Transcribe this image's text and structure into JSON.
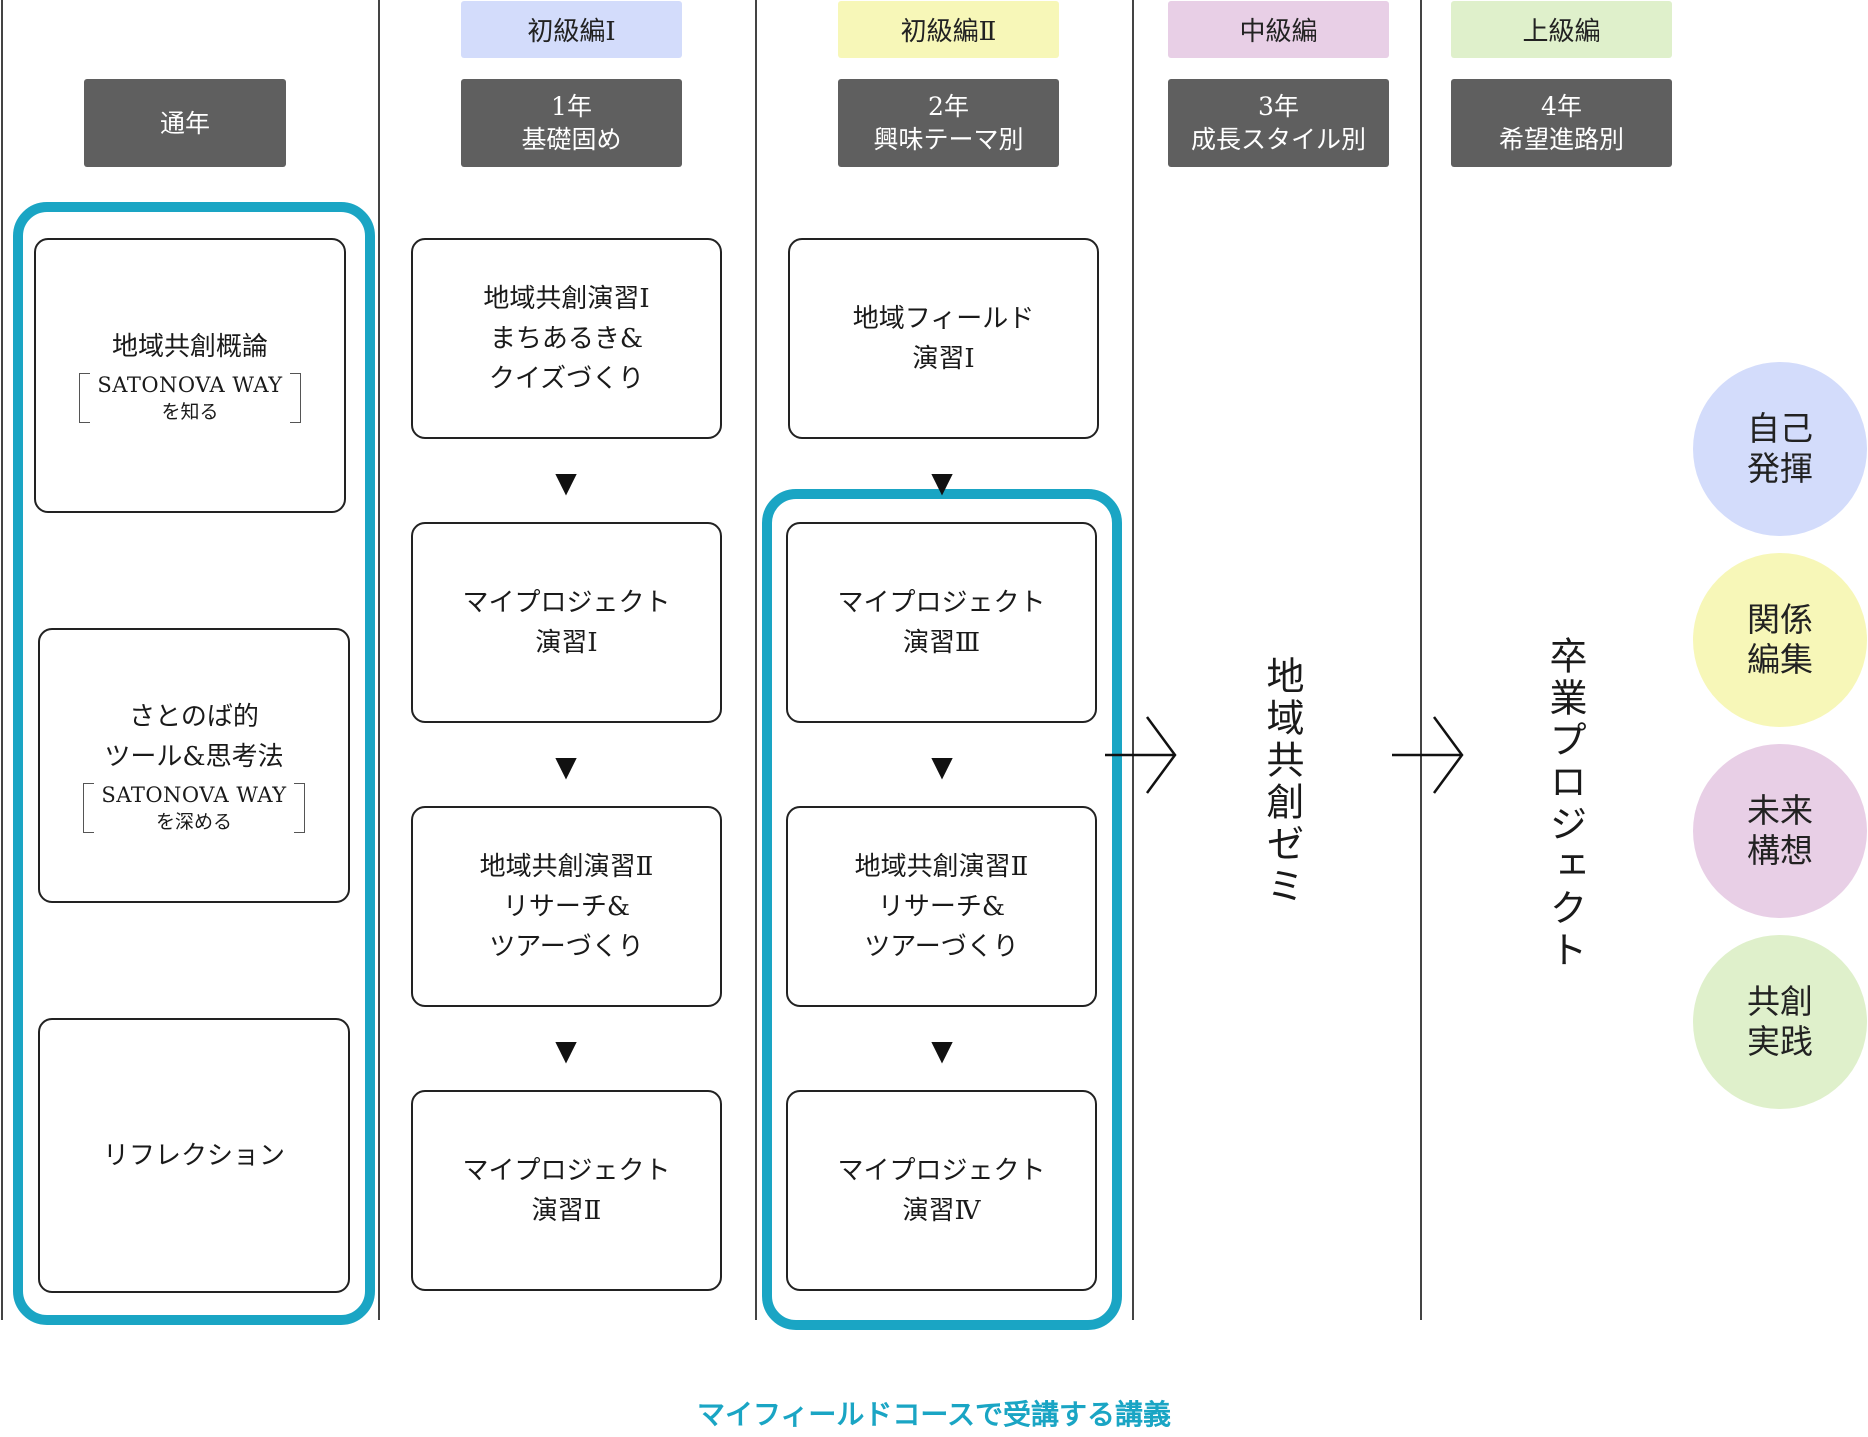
{
  "level_tags": {
    "beginner1": "初級編Ⅰ",
    "beginner2": "初級編Ⅱ",
    "intermediate": "中級編",
    "advanced": "上級編"
  },
  "column_headers": {
    "all_year": [
      "通年"
    ],
    "year1": [
      "1年",
      "基礎固め"
    ],
    "year2": [
      "2年",
      "興味テーマ別"
    ],
    "year3": [
      "3年",
      "成長スタイル別"
    ],
    "year4": [
      "4年",
      "希望進路別"
    ]
  },
  "all_year_boxes": {
    "intro": {
      "title": "地域共創概論",
      "sub1": "SATONOVA WAY",
      "sub2": "を知る"
    },
    "tools": {
      "title1": "さとのば的",
      "title2": "ツール&思考法",
      "sub1": "SATONOVA WAY",
      "sub2": "を深める"
    },
    "reflection": {
      "title": "リフレクション"
    }
  },
  "year1_boxes": [
    [
      "地域共創演習Ⅰ",
      "まちあるき&",
      "クイズづくり"
    ],
    [
      "マイプロジェクト",
      "演習Ⅰ"
    ],
    [
      "地域共創演習Ⅱ",
      "リサーチ&",
      "ツアーづくり"
    ],
    [
      "マイプロジェクト",
      "演習Ⅱ"
    ]
  ],
  "year2_boxes": [
    [
      "地域フィールド",
      "演習Ⅰ"
    ],
    [
      "マイプロジェクト",
      "演習Ⅲ"
    ],
    [
      "地域共創演習Ⅱ",
      "リサーチ&",
      "ツアーづくり"
    ],
    [
      "マイプロジェクト",
      "演習Ⅳ"
    ]
  ],
  "flow_marker": "▼",
  "year3_label": "地域共創ゼミ",
  "year4_label": "卒業プロジェクト",
  "values": [
    {
      "l1": "自己",
      "l2": "発揮",
      "color": "#d3dcfb"
    },
    {
      "l1": "関係",
      "l2": "編集",
      "color": "#f7f7b8"
    },
    {
      "l1": "未来",
      "l2": "構想",
      "color": "#e8cfe6"
    },
    {
      "l1": "共創",
      "l2": "実践",
      "color": "#dff0cb"
    }
  ],
  "colors": {
    "header_bg": "#5f5f5f",
    "tag_beginner1": "#d3dcfb",
    "tag_beginner2": "#f7f7b8",
    "tag_intermediate": "#e8cfe6",
    "tag_advanced": "#dff0cb",
    "highlight": "#1aa5c4"
  },
  "caption": "マイフィールドコースで受講する講義"
}
